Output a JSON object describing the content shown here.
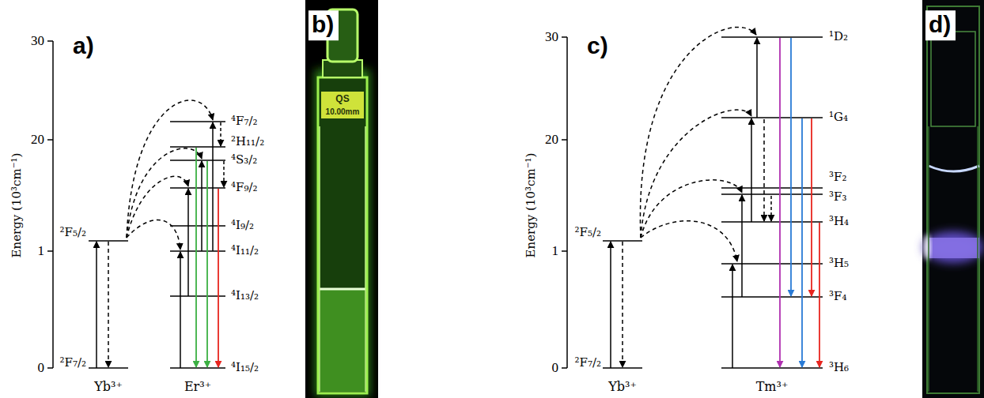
{
  "diagram": {
    "labels": [
      "30",
      "20",
      "1",
      "0",
      "Energy (10³cm⁻¹)",
      "a)",
      "²F₅/₂",
      "²F₇/₂",
      "Yb³⁺",
      "Er³⁺",
      "⁴F₇/₂",
      "²H₁₁/₂",
      "⁴S₃/₂",
      "⁴F₉/₂",
      "⁴I₉/₂",
      "⁴I₁₁/₂",
      "⁴I₁₃/₂",
      "⁴I₁₅/₂",
      "b)",
      "QS",
      "10.00mm",
      "30",
      "20",
      "1",
      "0",
      "Energy (10³cm⁻¹)",
      "c)",
      "²F₅/₂",
      "²F₇/₂",
      "Yb³⁺",
      "Tm³⁺",
      "¹D₂",
      "¹G₄",
      "³F₂",
      "³F₃",
      "³H₄",
      "³H₅",
      "³F₄",
      "³H₆",
      "d)"
    ]
  }
}
